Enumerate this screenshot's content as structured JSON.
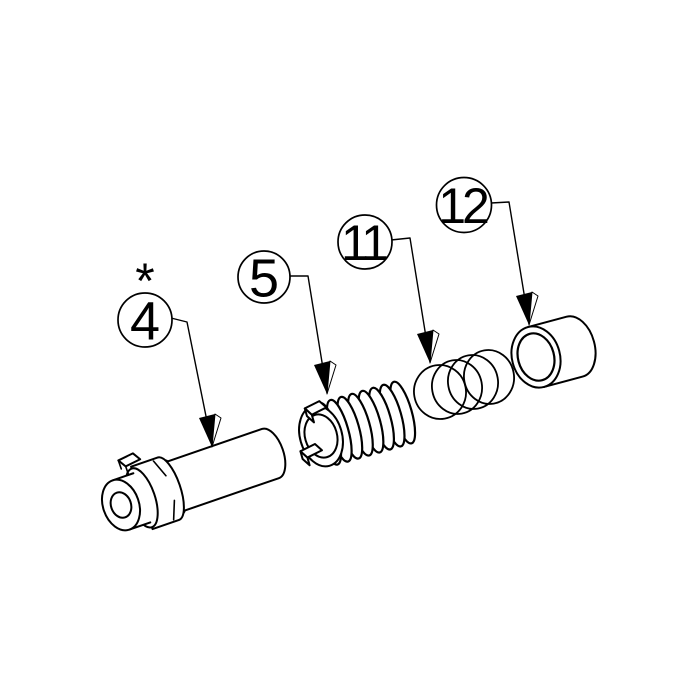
{
  "diagram": {
    "background_color": "#ffffff",
    "line_color": "#000000",
    "asterisk_note": "*",
    "callouts": [
      {
        "label": "4"
      },
      {
        "label": "5"
      },
      {
        "label": "11"
      },
      {
        "label": "12"
      }
    ]
  }
}
